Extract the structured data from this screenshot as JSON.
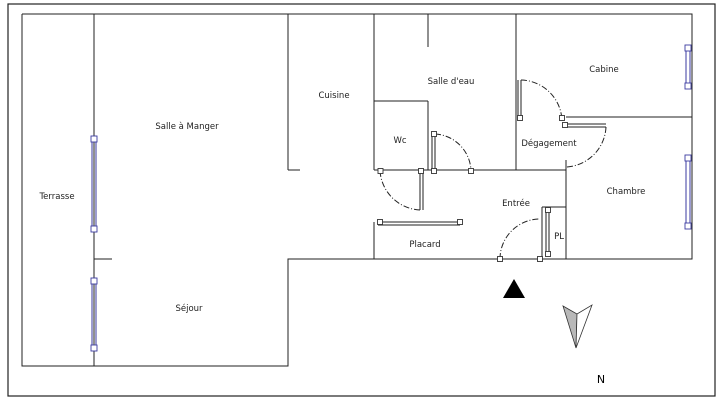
{
  "rooms": {
    "terrasse": "Terrasse",
    "salle_a_manger": "Salle à Manger",
    "sejour": "Séjour",
    "cuisine": "Cuisine",
    "salle_deau": "Salle d'eau",
    "wc": "Wc",
    "cabine": "Cabine",
    "degagement": "Dégagement",
    "chambre": "Chambre",
    "entree": "Entrée",
    "placard": "Placard",
    "pl": "PL"
  },
  "compass": {
    "north_label": "N"
  },
  "colors": {
    "wall": "#222222",
    "window": "#3a3aa0",
    "entrance_marker": "#000000"
  }
}
